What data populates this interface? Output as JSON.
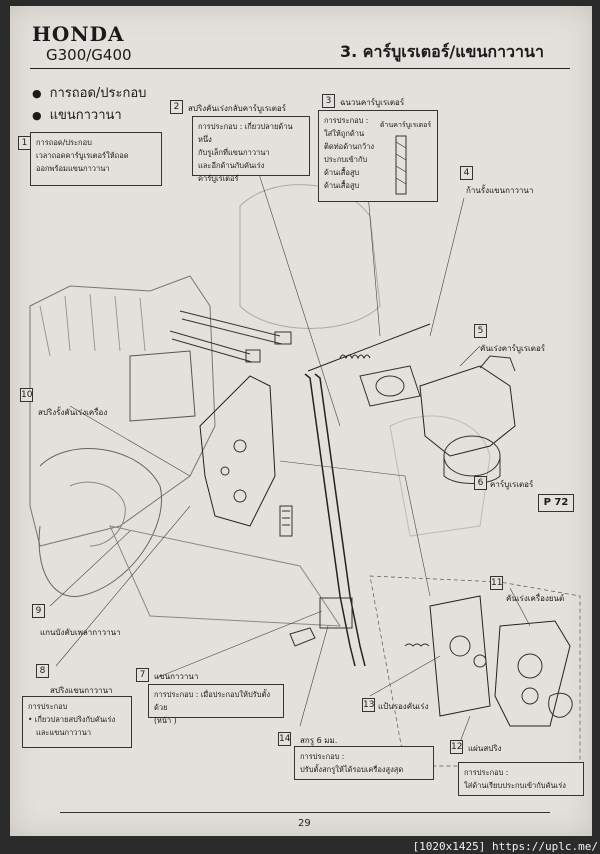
{
  "header": {
    "brand": "HONDA",
    "model": "G300/G400",
    "section_title": "3. คาร์บูเรเตอร์/แขนกาวานา"
  },
  "topics": [
    "การถอด/ประกอบ",
    "แขนกาวานา"
  ],
  "callouts": {
    "c1": {
      "num": "1",
      "lines": [
        "การถอด/ประกอบ",
        "เวลาถอดคาร์บูเรเตอร์ให้ถอด",
        "ออกพร้อมแขนกาวานา"
      ]
    },
    "c2": {
      "num": "2",
      "label": "สปริงคันเร่งกลับคาร์บูเรเตอร์",
      "lines": [
        "การประกอบ : เกี่ยวปลายด้านหนึ่ง",
        "กับรูเล็กที่แขนกาวานา",
        "และอีกด้านกับคันเร่งคาร์บูเรเตอร์"
      ]
    },
    "c3": {
      "num": "3",
      "label": "ฉนวนคาร์บูเรเตอร์",
      "lines": [
        "การประกอบ :",
        "ใส่ให้ถูกด้าน",
        "ติดท่อด้านกว้าง",
        "ประกบเข้ากับ",
        "ด้านเสื้อสูบ",
        "ด้านเสื้อสูบ"
      ],
      "side_label": "ด้านคาร์บูเรเตอร์"
    },
    "c4": {
      "num": "4",
      "label": "ก้านรั้งแขนกาวานา"
    },
    "c5": {
      "num": "5",
      "label": "คันเร่งคาร์บูเรเตอร์"
    },
    "c6": {
      "num": "6",
      "label": "คาร์บูเรเตอร์"
    },
    "c7": {
      "num": "7",
      "label": "แขนกาวานา",
      "lines": [
        "การประกอบ : เมื่อประกอบให้ปรับตั้งด้วย",
        "(หน้า )"
      ]
    },
    "c8": {
      "num": "8",
      "label": "สปริงแขนกาวานา",
      "lines": [
        "การประกอบ",
        "• เกี่ยวปลายสปริงกับคันเร่ง",
        "และแขนกาวานา"
      ]
    },
    "c9": {
      "num": "9",
      "label": "แกนบังคับเพลากาวานา"
    },
    "c10": {
      "num": "10",
      "label": "สปริงรั้งคันเร่งเครื่อง"
    },
    "c11": {
      "num": "11",
      "label": "คันเร่งเครื่องยนต์"
    },
    "c12": {
      "num": "12",
      "label": "แผ่นสปริง",
      "lines": [
        "การประกอบ :",
        "ใส่ด้านเรียบประกบเข้ากับคันเร่ง"
      ]
    },
    "c13": {
      "num": "13",
      "label": "แป้นรองคันเร่ง"
    },
    "c14": {
      "num": "14",
      "label": "สกรู 6 มม.",
      "lines": [
        "การประกอบ :",
        "ปรับตั้งสกรูให้ได้รอบเครื่องสูงสุด"
      ]
    }
  },
  "page_ref": "P 72",
  "page_number": "29",
  "watermark": "[1020x1425] https://uplc.me/"
}
